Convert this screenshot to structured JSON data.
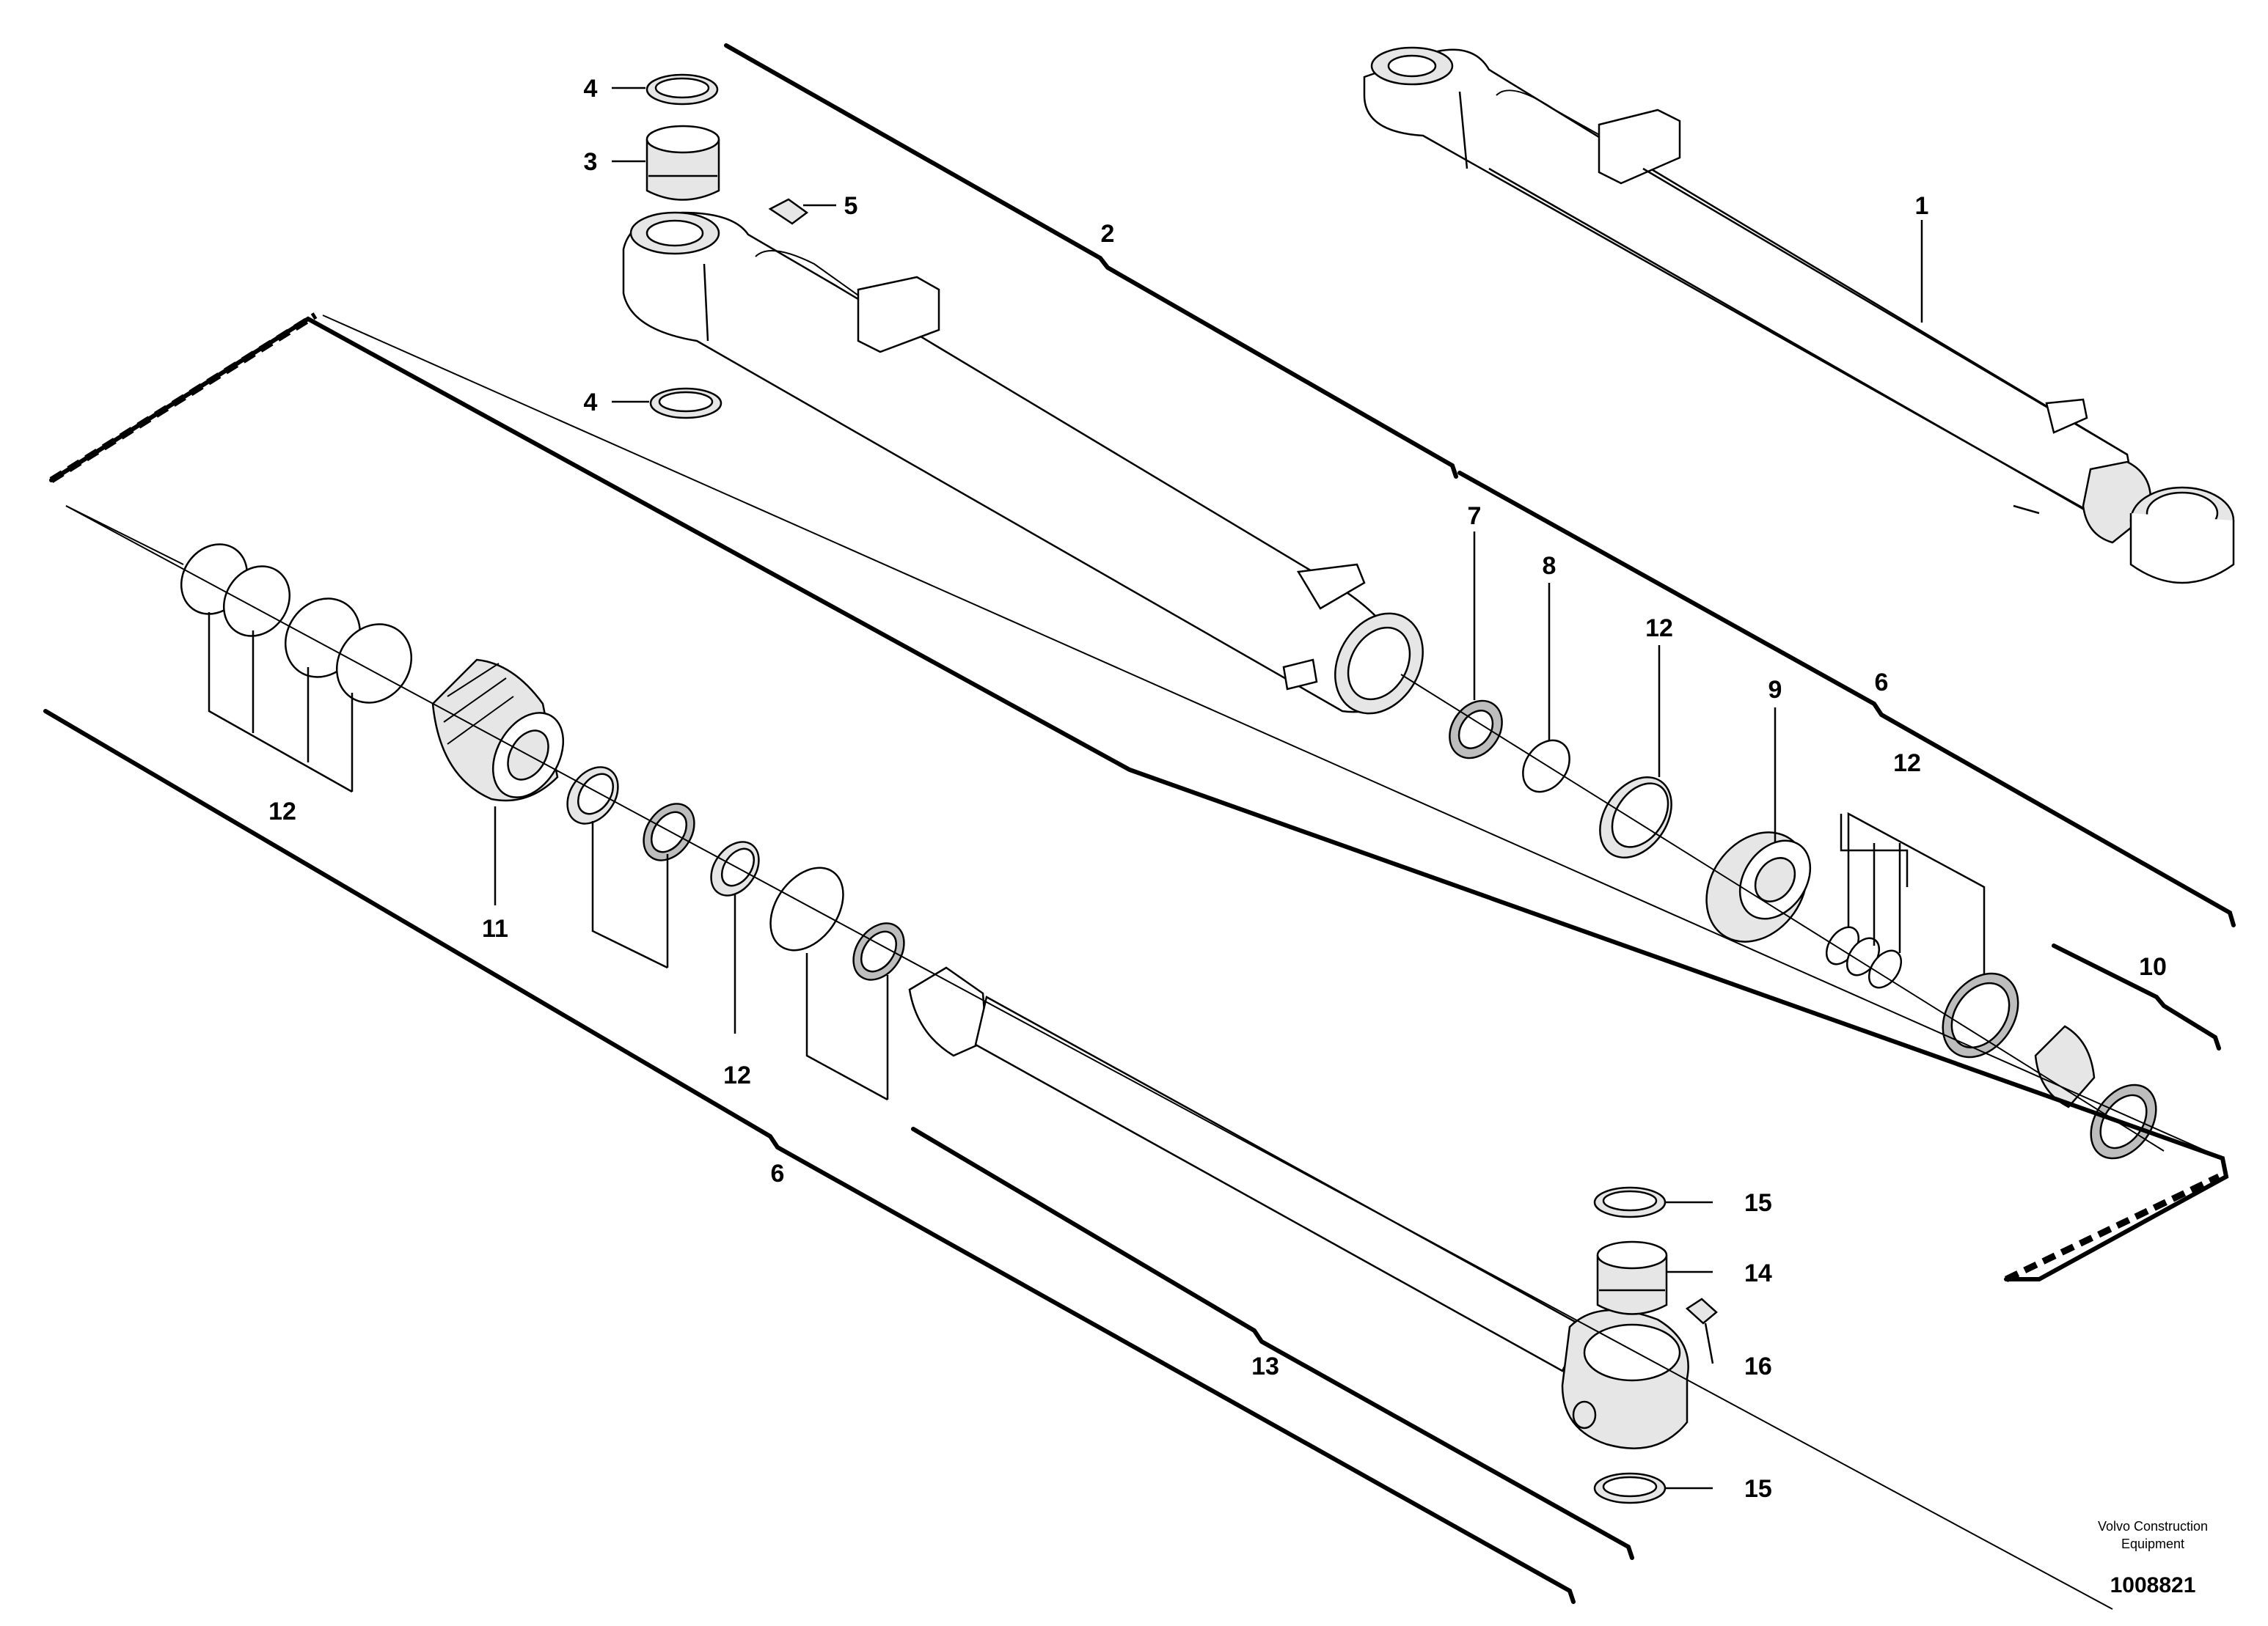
{
  "callouts": {
    "c1": "1",
    "c2": "2",
    "c3": "3",
    "c4a": "4",
    "c4b": "4",
    "c5": "5",
    "c6a": "6",
    "c6b": "6",
    "c7": "7",
    "c8": "8",
    "c9": "9",
    "c10": "10",
    "c11": "11",
    "c12a": "12",
    "c12b": "12",
    "c12c": "12",
    "c12d": "12",
    "c13": "13",
    "c14": "14",
    "c15a": "15",
    "c15b": "15",
    "c16": "16"
  },
  "footer": {
    "company_line1": "Volvo Construction",
    "company_line2": "Equipment",
    "document_number": "1008821"
  }
}
